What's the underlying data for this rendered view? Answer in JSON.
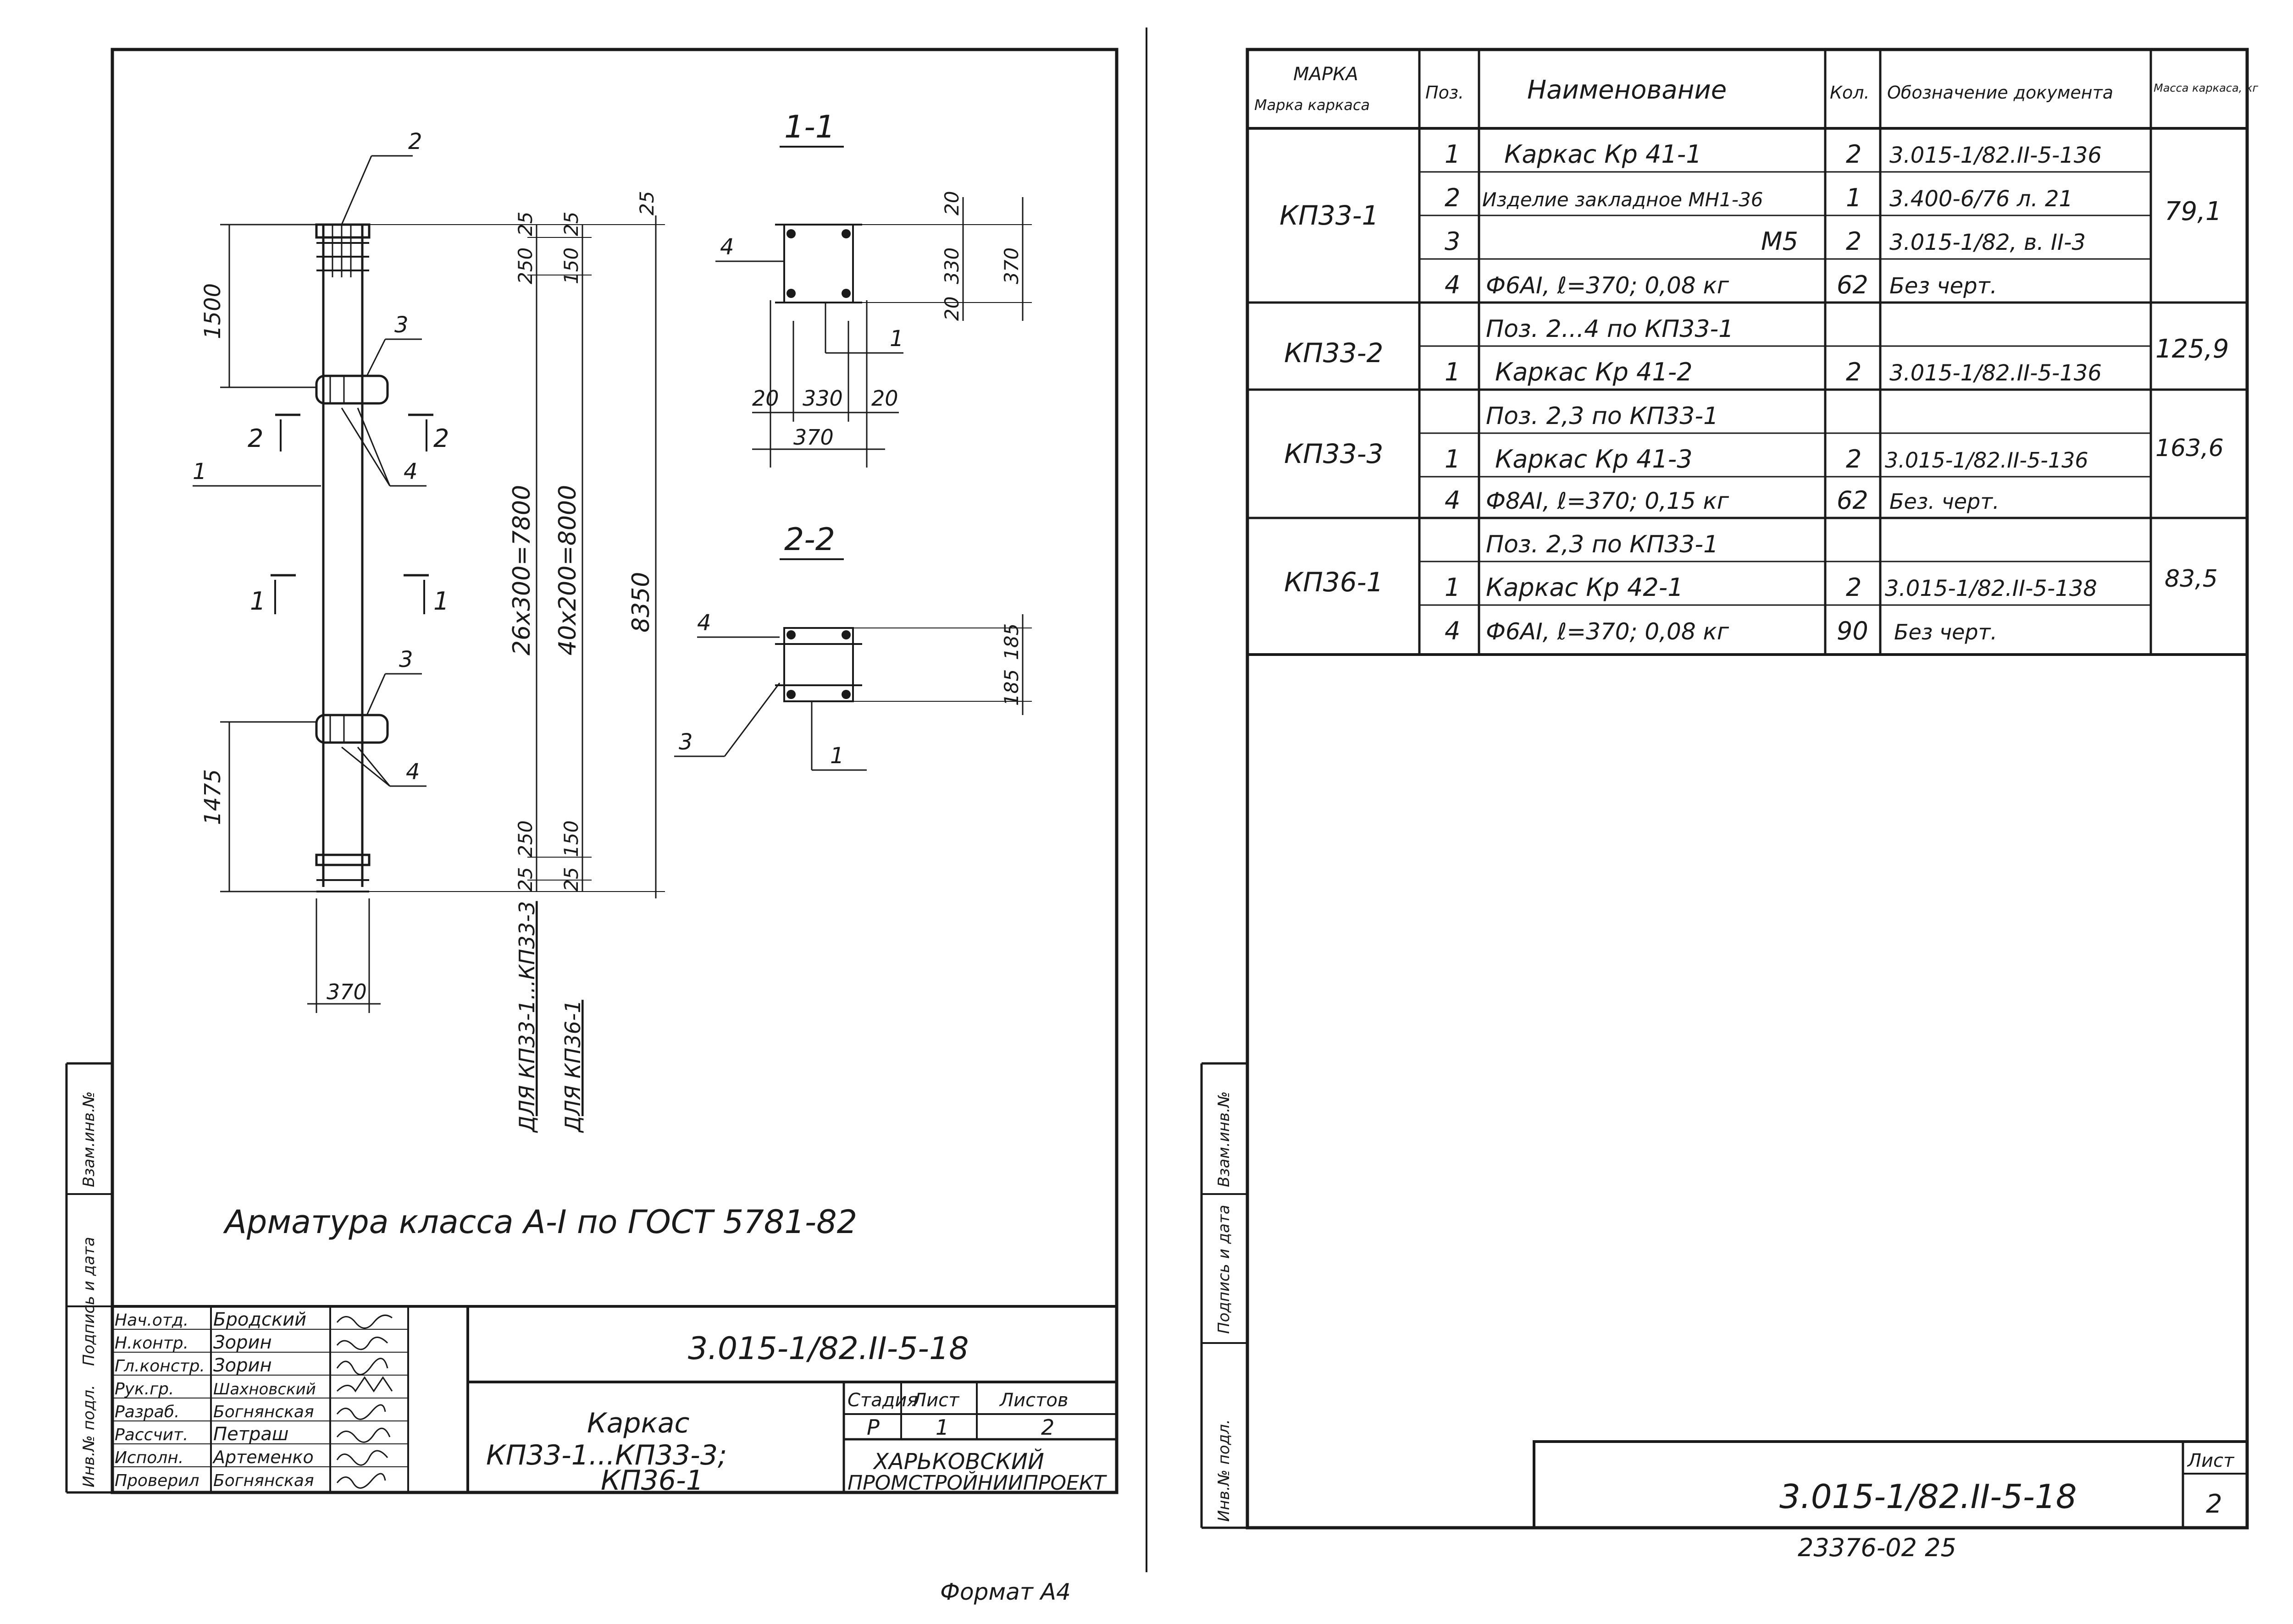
{
  "left_sheet": {
    "section_1_1": "1-1",
    "section_2_2": "2-2",
    "callouts": {
      "c1": "1",
      "c2": "2",
      "c3": "3",
      "c4": "4"
    },
    "section_marks": {
      "s1": "1",
      "s2": "2"
    },
    "elevation_dims": {
      "d1500": "1500",
      "d1475": "1475",
      "d370": "370",
      "d8350": "8350",
      "d25": "25",
      "d250": "250",
      "d150": "150",
      "d7800": "26x300=7800",
      "d8000": "40x200=8000"
    },
    "section_dims": {
      "d20": "20",
      "d330": "330",
      "d370": "370",
      "d185": "185"
    },
    "for_kp33": "ДЛЯ КП33-1...КП33-3",
    "for_kp36": "ДЛЯ КП36-1",
    "note": "Арматура класса А-I по ГОСТ 5781-82",
    "title_block": {
      "doc_number": "3.015-1/82.II-5-18",
      "title_lines": [
        "Каркас",
        "КП33-1...КП33-3;",
        "КП36-1"
      ],
      "stage_header": "Стадия",
      "sheet_header": "Лист",
      "sheets_header": "Листов",
      "stage": "Р",
      "sheet": "1",
      "sheets": "2",
      "org_lines": [
        "ХАРЬКОВСКИЙ",
        "ПРОМСТРОЙНИИПРОЕКТ"
      ],
      "signatures": [
        {
          "role": "Нач.отд.",
          "name": "Бродский"
        },
        {
          "role": "Н.контр.",
          "name": "Зорин"
        },
        {
          "role": "Гл.констр.",
          "name": "Зорин"
        },
        {
          "role": "Рук.гр.",
          "name": "Шахновский"
        },
        {
          "role": "Разраб.",
          "name": "Богнянская"
        },
        {
          "role": "Рассчит.",
          "name": "Петраш"
        },
        {
          "role": "Исполн.",
          "name": "Артеменко"
        },
        {
          "role": "Проверил",
          "name": "Богнянская"
        }
      ]
    },
    "side_labels": {
      "inv_podl": "Инв.№ подл.",
      "sign_date": "Подпись и дата",
      "vzam": "Взам.инв.№"
    }
  },
  "spec_table": {
    "headers": {
      "mark": "Марка каркаса",
      "pos": "Поз.",
      "name": "Наименование",
      "qty": "Кол.",
      "doc": "Обозначение документа",
      "mass": "Масса каркаса, кг"
    },
    "groups": [
      {
        "mark": "КП33-1",
        "mass": "79,1",
        "rows": [
          {
            "pos": "1",
            "name": "Каркас Кр 41-1",
            "qty": "2",
            "doc": "3.015-1/82.II-5-136"
          },
          {
            "pos": "2",
            "name": "Изделие закладное МН1-36",
            "qty": "1",
            "doc": "3.400-6/76 л. 21"
          },
          {
            "pos": "3",
            "name": "М5",
            "qty": "2",
            "doc": "3.015-1/82, в. II-3"
          },
          {
            "pos": "4",
            "name": "Ф6АI, ℓ=370; 0,08 кг",
            "qty": "62",
            "doc": "Без черт."
          }
        ]
      },
      {
        "mark": "КП33-2",
        "mass": "125,9",
        "rows": [
          {
            "pos": "",
            "name": "Поз. 2...4 по КП33-1",
            "qty": "",
            "doc": ""
          },
          {
            "pos": "1",
            "name": "Каркас Кр 41-2",
            "qty": "2",
            "doc": "3.015-1/82.II-5-136"
          }
        ]
      },
      {
        "mark": "КП33-3",
        "mass": "163,6",
        "rows": [
          {
            "pos": "",
            "name": "Поз. 2,3 по КП33-1",
            "qty": "",
            "doc": ""
          },
          {
            "pos": "1",
            "name": "Каркас Кр 41-3",
            "qty": "2",
            "doc": "3.015-1/82.II-5-136"
          },
          {
            "pos": "4",
            "name": "Ф8АI, ℓ=370; 0,15 кг",
            "qty": "62",
            "doc": "Без. черт."
          }
        ]
      },
      {
        "mark": "КП36-1",
        "mass": "83,5",
        "rows": [
          {
            "pos": "",
            "name": "Поз. 2,3 по КП33-1",
            "qty": "",
            "doc": ""
          },
          {
            "pos": "1",
            "name": "Каркас Кр 42-1",
            "qty": "2",
            "doc": "3.015-1/82.II-5-138"
          },
          {
            "pos": "4",
            "name": "Ф6АI, ℓ=370; 0,08 кг",
            "qty": "90",
            "doc": "Без черт."
          }
        ]
      }
    ]
  },
  "right_title": {
    "doc_number": "3.015-1/82.II-5-18",
    "sheet_header": "Лист",
    "sheet": "2"
  },
  "archive_number": "23376-02 25",
  "format_label": "Формат А4"
}
